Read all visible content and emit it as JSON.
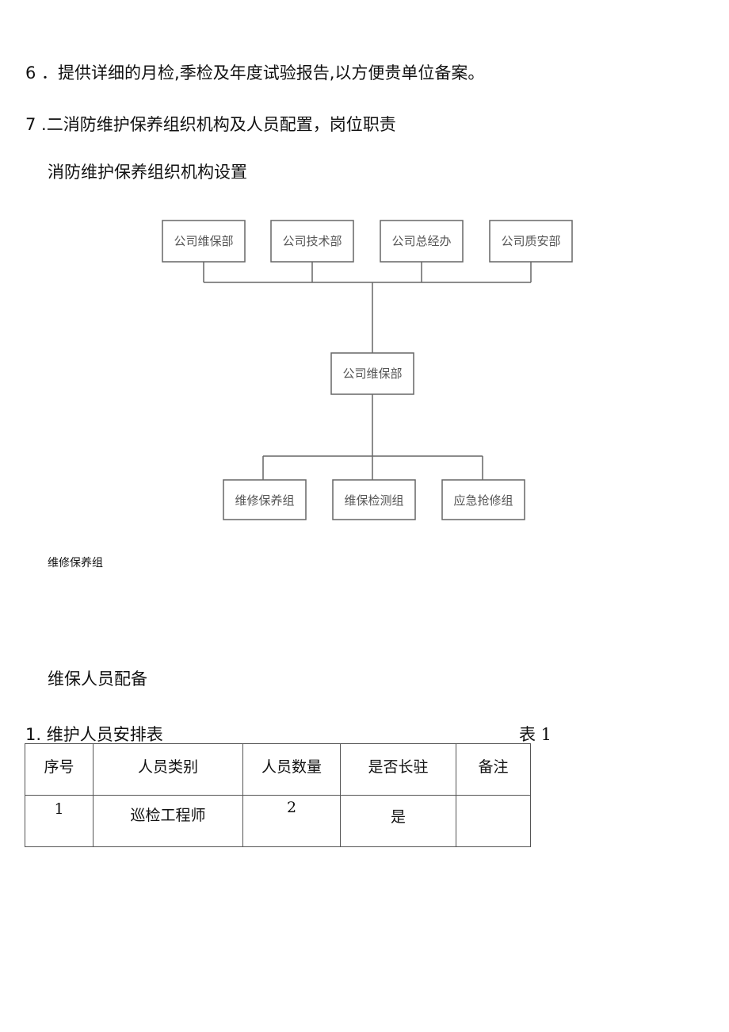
{
  "items": {
    "item6": "6 ．提供详细的月检,季检及年度试验报告,以方便贵单位备案。",
    "item7": "7 .二消防维护保养组织机构及人员配置，岗位职责"
  },
  "org_section": {
    "title": "消防维护保养组织机构设置",
    "top_nodes": [
      "公司维保部",
      "公司技术部",
      "公司总经办",
      "公司质安部"
    ],
    "middle_node": "公司维保部",
    "bottom_nodes": [
      "维修保养组",
      "维保检测组",
      "应急抢修组"
    ],
    "caption": "维修保养组"
  },
  "staff_section": {
    "title": "维保人员配备",
    "table_title": "1. 维护人员安排表",
    "table_number": "表 1",
    "headers": [
      "序号",
      "人员类别",
      "人员数量",
      "是否长驻",
      "备注"
    ],
    "rows": [
      [
        "1",
        "巡检工程师",
        "2",
        "是",
        ""
      ]
    ]
  }
}
